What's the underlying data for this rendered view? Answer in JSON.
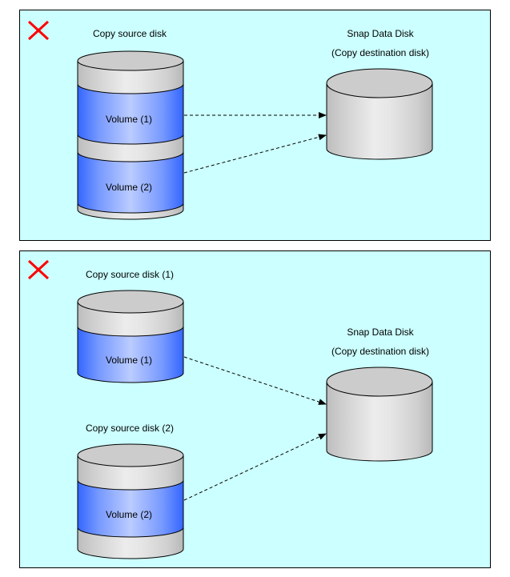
{
  "colors": {
    "panel_bg": "#ccffff",
    "x_mark": "#ff0000",
    "volume_blue": "#4a78ff",
    "disk_gray": "#cccccc"
  },
  "panels": [
    {
      "status_icon": "x-mark",
      "source_title": "Copy source disk",
      "volumes": [
        "Volume (1)",
        "Volume (2)"
      ],
      "dest_title": "Snap Data Disk",
      "dest_subtitle": "(Copy destination disk)"
    },
    {
      "status_icon": "x-mark",
      "sources": [
        {
          "title": "Copy source disk (1)",
          "volume": "Volume (1)"
        },
        {
          "title": "Copy source disk (2)",
          "volume": "Volume (2)"
        }
      ],
      "dest_title": "Snap Data Disk",
      "dest_subtitle": "(Copy destination disk)"
    }
  ]
}
